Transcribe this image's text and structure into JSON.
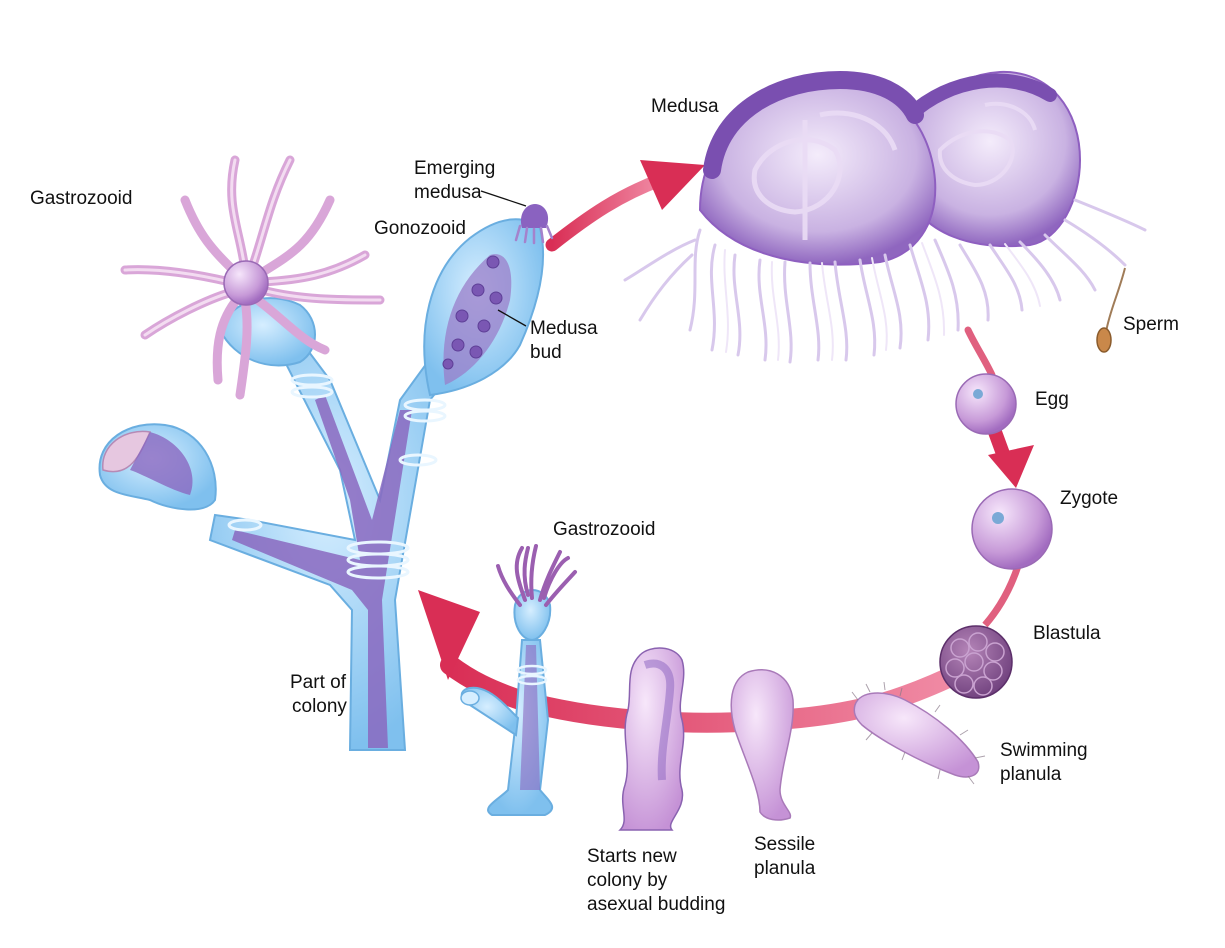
{
  "labels": {
    "medusa": "Medusa",
    "emerging_medusa_line1": "Emerging",
    "emerging_medusa_line2": "medusa",
    "gastrozooid_top": "Gastrozooid",
    "gonozooid": "Gonozooid",
    "medusa_bud_line1": "Medusa",
    "medusa_bud_line2": "bud",
    "sperm": "Sperm",
    "egg": "Egg",
    "zygote": "Zygote",
    "blastula": "Blastula",
    "gastrozooid_bottom": "Gastrozooid",
    "swimming_planula_line1": "Swimming",
    "swimming_planula_line2": "planula",
    "part_of_colony_line1": "Part of",
    "part_of_colony_line2": "colony",
    "starts_new_colony_line1": "Starts new",
    "starts_new_colony_line2": "colony by",
    "starts_new_colony_line3": "asexual budding",
    "sessile_planula_line1": "Sessile",
    "sessile_planula_line2": "planula"
  },
  "colors": {
    "colony_blue": "#8fc9f0",
    "colony_inner": "#8a68c0",
    "medusa_purple": "#7a4fb0",
    "arrow_red": "#d8395a",
    "planula_pink": "#e1b6e6",
    "blastula_purple": "#8c5a9a"
  }
}
